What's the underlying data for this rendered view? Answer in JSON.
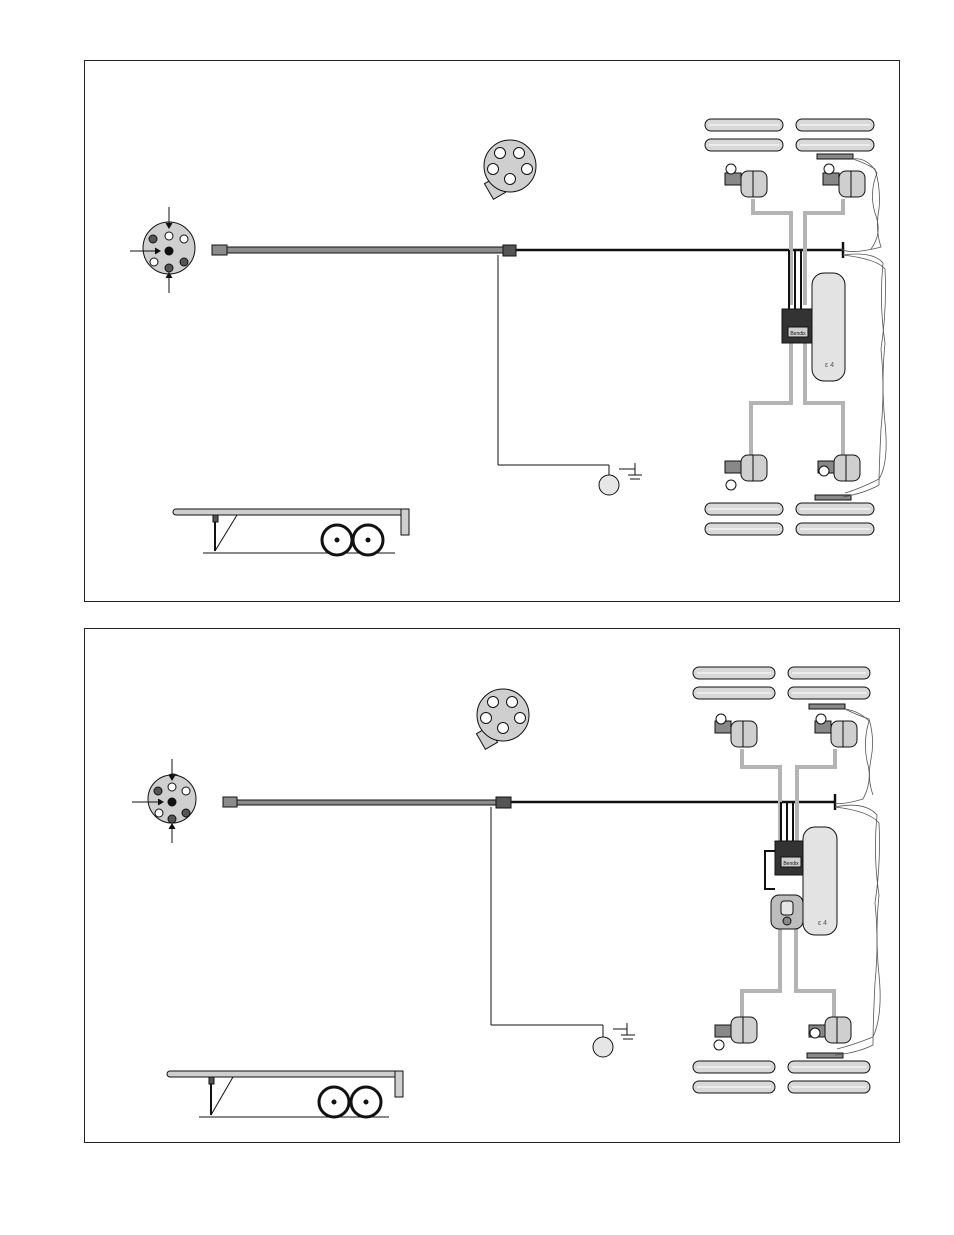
{
  "diagrams": [
    {
      "id": "panel-1",
      "components": [
        "gladhand-connector-7pin-left",
        "receptacle-5pin-top",
        "harness-main",
        "ecu-module",
        "air-tank",
        "brake-chambers",
        "wheel-speed-sensors",
        "ground",
        "trailer-flatbed-icon"
      ],
      "ecu_label": "Bendix",
      "has_relay_valve": false
    },
    {
      "id": "panel-2",
      "components": [
        "gladhand-connector-7pin-left",
        "receptacle-5pin-top",
        "harness-main",
        "ecu-module",
        "relay-valve",
        "air-tank",
        "brake-chambers",
        "wheel-speed-sensors",
        "ground",
        "trailer-flatbed-icon"
      ],
      "ecu_label": "Bendix",
      "has_relay_valve": true
    }
  ],
  "colors": {
    "line": "#111111",
    "harness_gray": "#8c8c8c",
    "hose_gray": "#b4b4b4",
    "fill_gray": "#cfcfcf",
    "dark_fill": "#555555"
  }
}
